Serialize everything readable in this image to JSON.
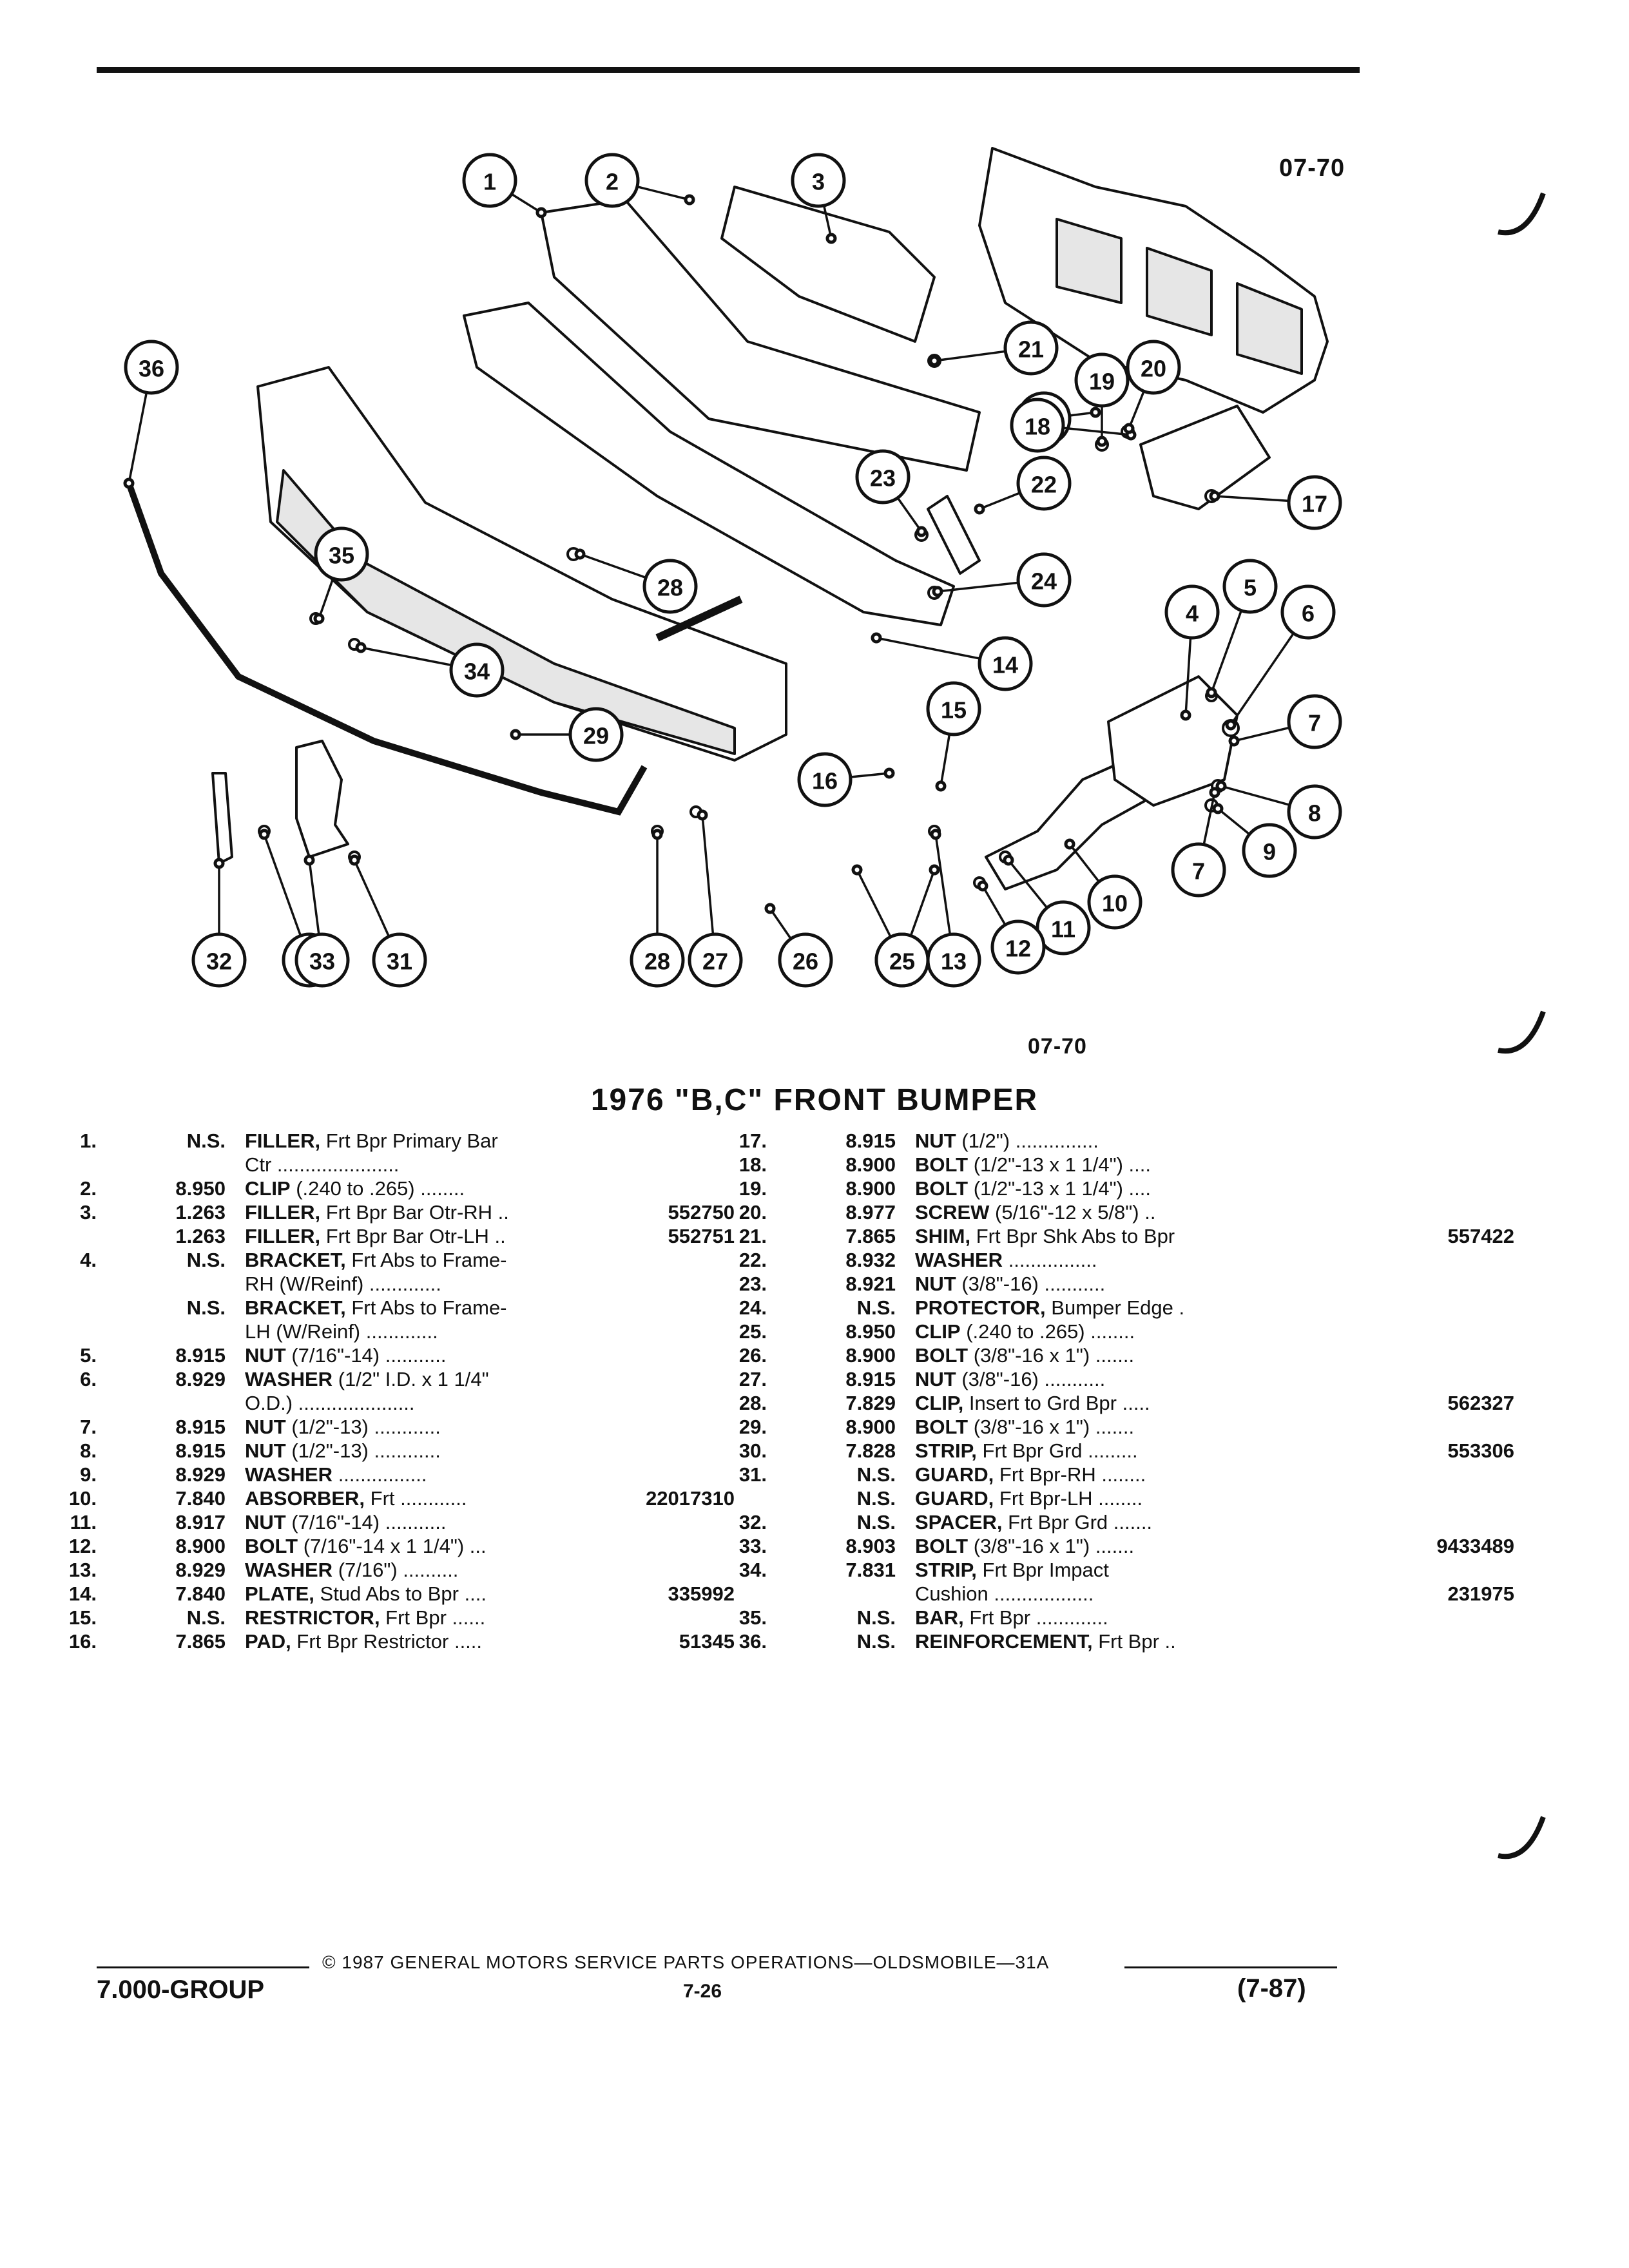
{
  "figure": {
    "code_top": "07-70",
    "code_bottom": "07-70",
    "callouts": [
      "1",
      "2",
      "3",
      "4",
      "5",
      "6",
      "7",
      "7",
      "8",
      "9",
      "10",
      "11",
      "12",
      "12",
      "13",
      "14",
      "15",
      "16",
      "17",
      "18",
      "18",
      "19",
      "20",
      "21",
      "22",
      "23",
      "24",
      "25",
      "26",
      "27",
      "28",
      "28",
      "29",
      "30",
      "31",
      "32",
      "33",
      "34",
      "35",
      "36"
    ]
  },
  "title": "1976 \"B,C\" FRONT BUMPER",
  "parts_left": [
    {
      "num": "1.",
      "group": "N.S.",
      "name": "FILLER,",
      "desc": "Frt Bpr Primary Bar",
      "pn": ""
    },
    {
      "num": "",
      "group": "",
      "name": "",
      "desc": "Ctr ......................",
      "pn": ""
    },
    {
      "num": "2.",
      "group": "8.950",
      "name": "CLIP",
      "desc": "(.240 to .265) ........",
      "pn": ""
    },
    {
      "num": "3.",
      "group": "1.263",
      "name": "FILLER,",
      "desc": "Frt Bpr Bar Otr-RH ..",
      "pn": "552750"
    },
    {
      "num": "",
      "group": "1.263",
      "name": "FILLER,",
      "desc": "Frt Bpr Bar Otr-LH ..",
      "pn": "552751"
    },
    {
      "num": "4.",
      "group": "N.S.",
      "name": "BRACKET,",
      "desc": "Frt Abs to Frame-",
      "pn": ""
    },
    {
      "num": "",
      "group": "",
      "name": "",
      "desc": "RH (W/Reinf) .............",
      "pn": ""
    },
    {
      "num": "",
      "group": "N.S.",
      "name": "BRACKET,",
      "desc": "Frt Abs to Frame-",
      "pn": ""
    },
    {
      "num": "",
      "group": "",
      "name": "",
      "desc": "LH (W/Reinf) .............",
      "pn": ""
    },
    {
      "num": "5.",
      "group": "8.915",
      "name": "NUT",
      "desc": "(7/16\"-14) ...........",
      "pn": ""
    },
    {
      "num": "6.",
      "group": "8.929",
      "name": "WASHER",
      "desc": "(1/2\" I.D. x 1 1/4\"",
      "pn": ""
    },
    {
      "num": "",
      "group": "",
      "name": "",
      "desc": "O.D.) .....................",
      "pn": ""
    },
    {
      "num": "7.",
      "group": "8.915",
      "name": "NUT",
      "desc": "(1/2\"-13) ............",
      "pn": ""
    },
    {
      "num": "8.",
      "group": "8.915",
      "name": "NUT",
      "desc": "(1/2\"-13) ............",
      "pn": ""
    },
    {
      "num": "9.",
      "group": "8.929",
      "name": "WASHER",
      "desc": "................",
      "pn": ""
    },
    {
      "num": "10.",
      "group": "7.840",
      "name": "ABSORBER,",
      "desc": "Frt ............",
      "pn": "22017310"
    },
    {
      "num": "11.",
      "group": "8.917",
      "name": "NUT",
      "desc": "(7/16\"-14) ...........",
      "pn": ""
    },
    {
      "num": "12.",
      "group": "8.900",
      "name": "BOLT",
      "desc": "(7/16\"-14 x 1 1/4\") ...",
      "pn": ""
    },
    {
      "num": "13.",
      "group": "8.929",
      "name": "WASHER",
      "desc": "(7/16\") ..........",
      "pn": ""
    },
    {
      "num": "14.",
      "group": "7.840",
      "name": "PLATE,",
      "desc": "Stud Abs to Bpr ....",
      "pn": "335992"
    },
    {
      "num": "15.",
      "group": "N.S.",
      "name": "RESTRICTOR,",
      "desc": "Frt Bpr ......",
      "pn": ""
    },
    {
      "num": "16.",
      "group": "7.865",
      "name": "PAD,",
      "desc": "Frt Bpr Restrictor .....",
      "pn": "51345"
    }
  ],
  "parts_right": [
    {
      "num": "17.",
      "group": "8.915",
      "name": "NUT",
      "desc": "(1/2\") ...............",
      "pn": ""
    },
    {
      "num": "18.",
      "group": "8.900",
      "name": "BOLT",
      "desc": "(1/2\"-13 x 1 1/4\") ....",
      "pn": ""
    },
    {
      "num": "19.",
      "group": "8.900",
      "name": "BOLT",
      "desc": "(1/2\"-13 x 1 1/4\") ....",
      "pn": ""
    },
    {
      "num": "20.",
      "group": "8.977",
      "name": "SCREW",
      "desc": "(5/16\"-12 x 5/8\") ..",
      "pn": ""
    },
    {
      "num": "21.",
      "group": "7.865",
      "name": "SHIM,",
      "desc": "Frt Bpr Shk Abs to Bpr",
      "pn": "557422"
    },
    {
      "num": "22.",
      "group": "8.932",
      "name": "WASHER",
      "desc": "................",
      "pn": ""
    },
    {
      "num": "23.",
      "group": "8.921",
      "name": "NUT",
      "desc": "(3/8\"-16) ...........",
      "pn": ""
    },
    {
      "num": "24.",
      "group": "N.S.",
      "name": "PROTECTOR,",
      "desc": "Bumper Edge .",
      "pn": ""
    },
    {
      "num": "25.",
      "group": "8.950",
      "name": "CLIP",
      "desc": "(.240 to .265) ........",
      "pn": ""
    },
    {
      "num": "26.",
      "group": "8.900",
      "name": "BOLT",
      "desc": "(3/8\"-16 x 1\") .......",
      "pn": ""
    },
    {
      "num": "27.",
      "group": "8.915",
      "name": "NUT",
      "desc": "(3/8\"-16) ...........",
      "pn": ""
    },
    {
      "num": "28.",
      "group": "7.829",
      "name": "CLIP,",
      "desc": "Insert to Grd Bpr .....",
      "pn": "562327"
    },
    {
      "num": "29.",
      "group": "8.900",
      "name": "BOLT",
      "desc": "(3/8\"-16 x 1\") .......",
      "pn": ""
    },
    {
      "num": "30.",
      "group": "7.828",
      "name": "STRIP,",
      "desc": "Frt Bpr Grd .........",
      "pn": "553306"
    },
    {
      "num": "31.",
      "group": "N.S.",
      "name": "GUARD,",
      "desc": "Frt Bpr-RH ........",
      "pn": ""
    },
    {
      "num": "",
      "group": "N.S.",
      "name": "GUARD,",
      "desc": "Frt Bpr-LH ........",
      "pn": ""
    },
    {
      "num": "32.",
      "group": "N.S.",
      "name": "SPACER,",
      "desc": "Frt Bpr Grd .......",
      "pn": ""
    },
    {
      "num": "33.",
      "group": "8.903",
      "name": "BOLT",
      "desc": "(3/8\"-16 x 1\") .......",
      "pn": "9433489"
    },
    {
      "num": "34.",
      "group": "7.831",
      "name": "STRIP,",
      "desc": "Frt Bpr Impact",
      "pn": ""
    },
    {
      "num": "",
      "group": "",
      "name": "",
      "desc": "Cushion ..................",
      "pn": "231975"
    },
    {
      "num": "35.",
      "group": "N.S.",
      "name": "BAR,",
      "desc": "Frt Bpr .............",
      "pn": ""
    },
    {
      "num": "36.",
      "group": "N.S.",
      "name": "REINFORCEMENT,",
      "desc": "Frt Bpr ..",
      "pn": ""
    }
  ],
  "footer": {
    "copyright": "© 1987 GENERAL MOTORS SERVICE PARTS OPERATIONS—OLDSMOBILE—31A",
    "group": "7.000-GROUP",
    "page": "7-26",
    "date": "(7-87)"
  }
}
